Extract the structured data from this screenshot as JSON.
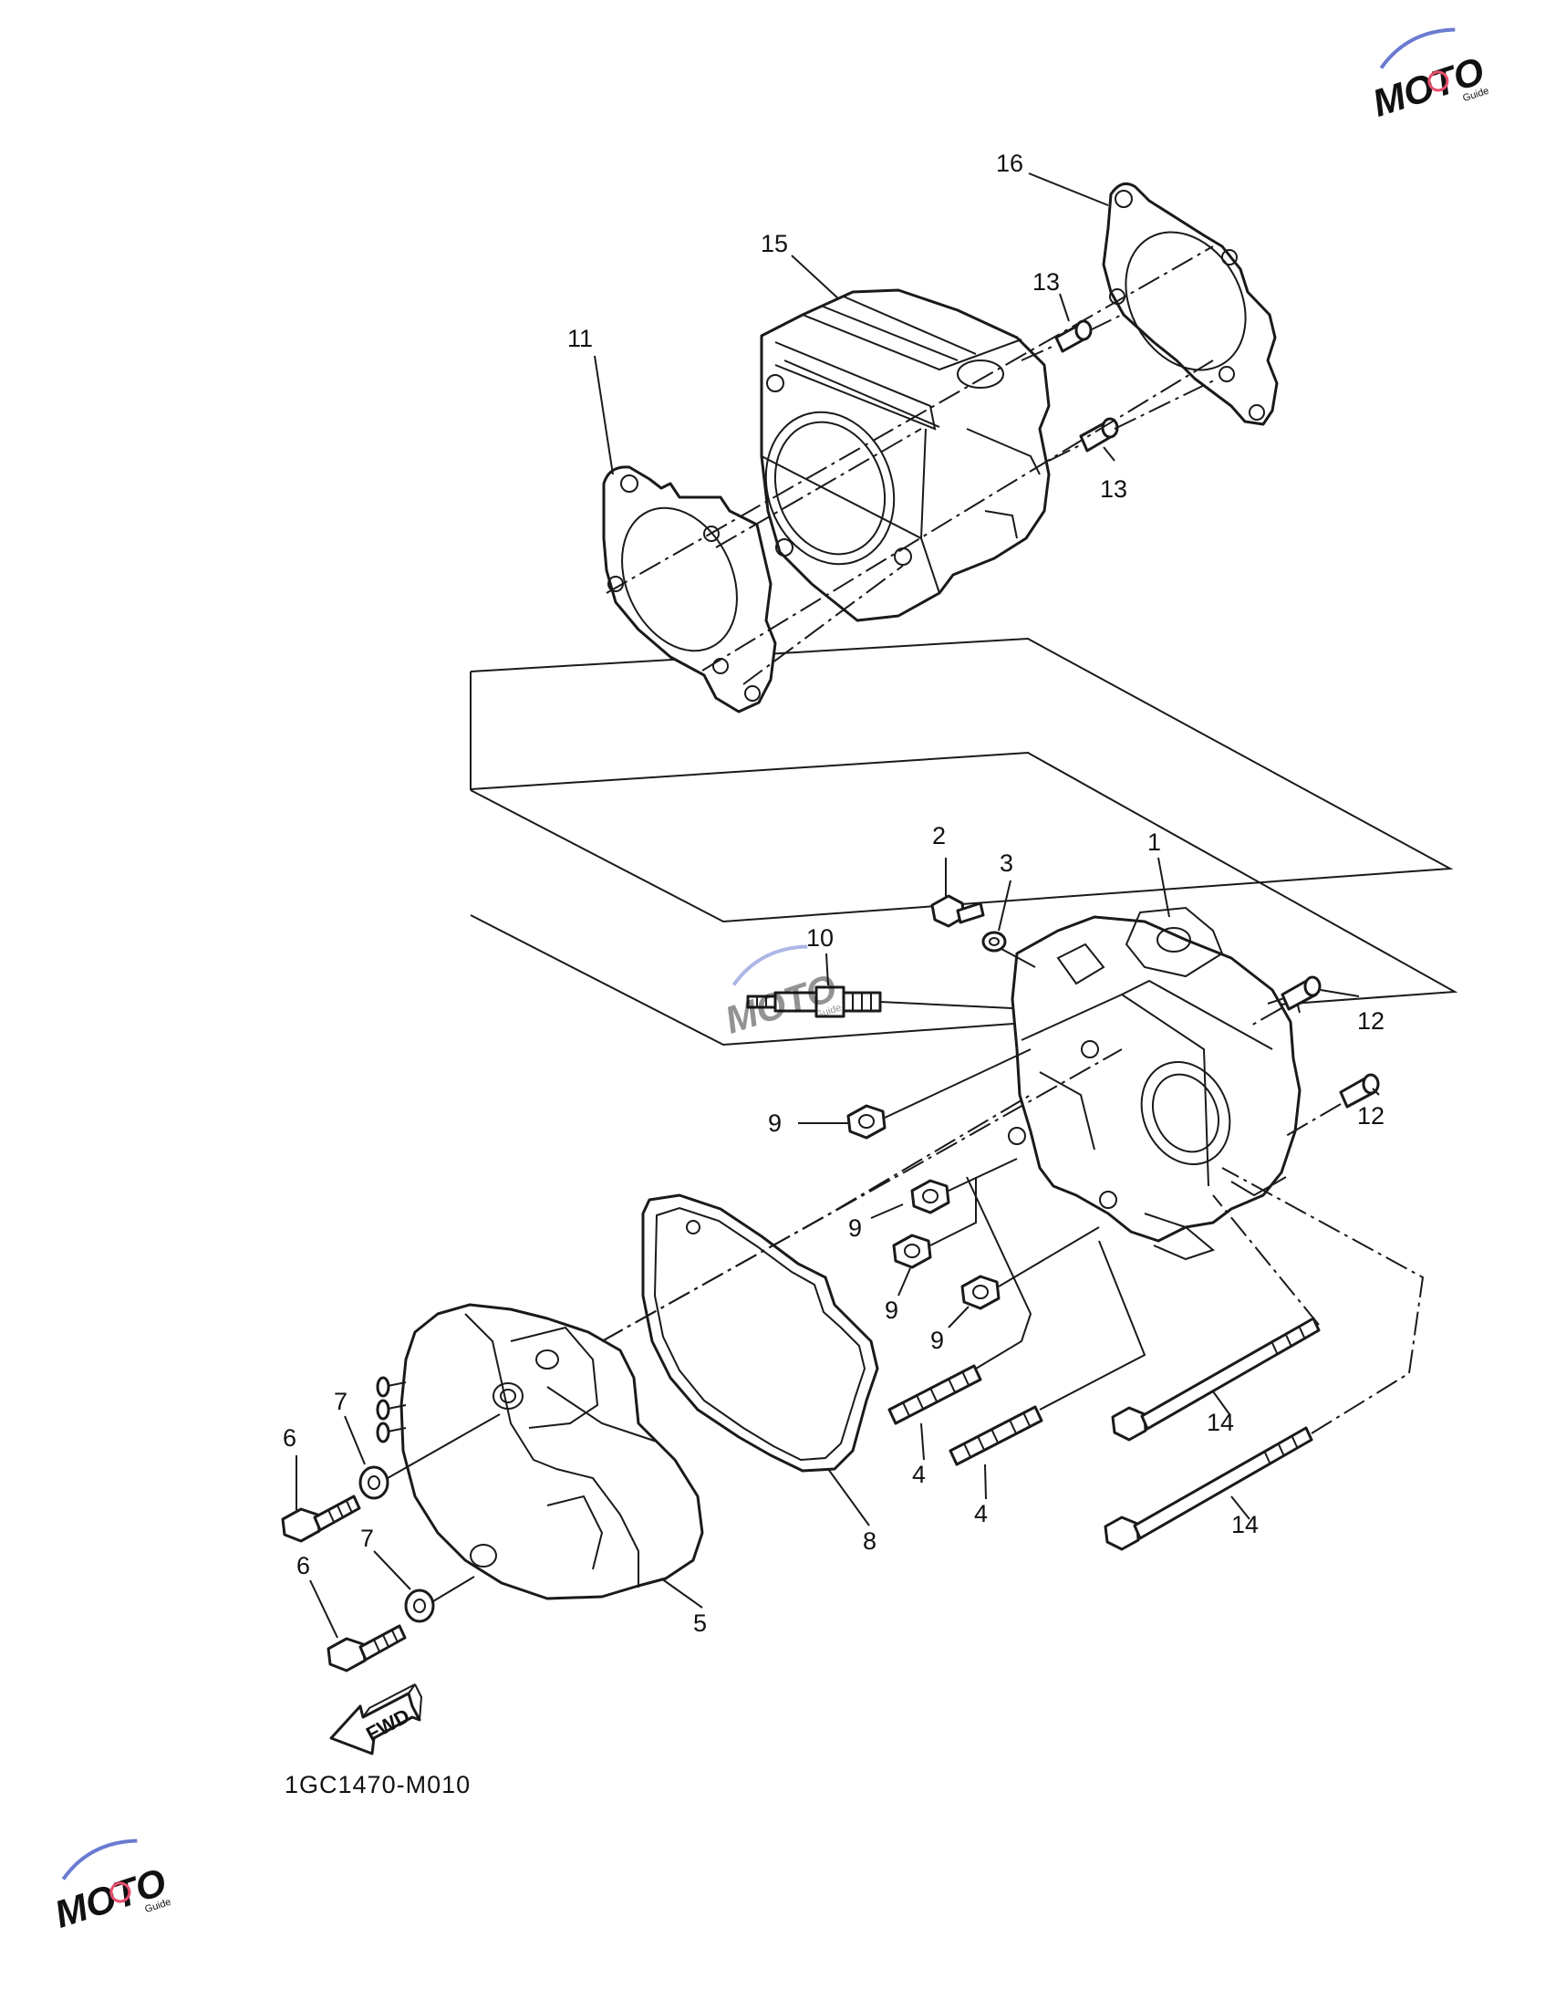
{
  "diagram_code": "1GC1470-M010",
  "fwd_label": "FWD",
  "watermark": {
    "brand": "MOTO",
    "sub": "Guide",
    "accent_color": "#e84d6b",
    "secondary_color": "#6a7bd1"
  },
  "callouts": [
    {
      "id": "c1",
      "label": "1"
    },
    {
      "id": "c2",
      "label": "2"
    },
    {
      "id": "c3",
      "label": "3"
    },
    {
      "id": "c4a",
      "label": "4"
    },
    {
      "id": "c4b",
      "label": "4"
    },
    {
      "id": "c5",
      "label": "5"
    },
    {
      "id": "c6a",
      "label": "6"
    },
    {
      "id": "c6b",
      "label": "6"
    },
    {
      "id": "c7a",
      "label": "7"
    },
    {
      "id": "c7b",
      "label": "7"
    },
    {
      "id": "c8",
      "label": "8"
    },
    {
      "id": "c9a",
      "label": "9"
    },
    {
      "id": "c9b",
      "label": "9"
    },
    {
      "id": "c9c",
      "label": "9"
    },
    {
      "id": "c9d",
      "label": "9"
    },
    {
      "id": "c10",
      "label": "10"
    },
    {
      "id": "c11",
      "label": "11"
    },
    {
      "id": "c12a",
      "label": "12"
    },
    {
      "id": "c12b",
      "label": "12"
    },
    {
      "id": "c13a",
      "label": "13"
    },
    {
      "id": "c13b",
      "label": "13"
    },
    {
      "id": "c14a",
      "label": "14"
    },
    {
      "id": "c14b",
      "label": "14"
    },
    {
      "id": "c15",
      "label": "15"
    },
    {
      "id": "c16",
      "label": "16"
    }
  ]
}
